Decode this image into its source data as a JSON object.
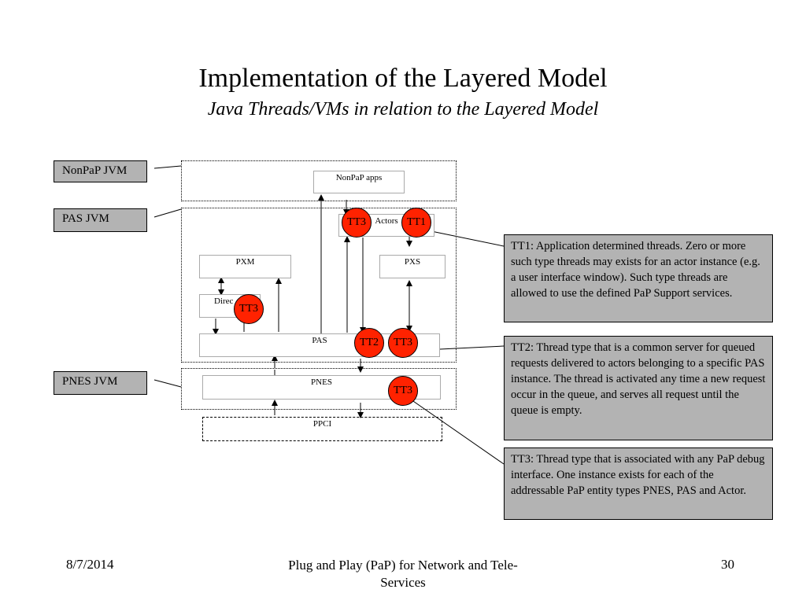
{
  "slide": {
    "title": "Implementation of the Layered Model",
    "subtitle": "Java Threads/VMs in relation to the Layered Model"
  },
  "jvm_labels": {
    "nonpap": "NonPaP JVM",
    "pas": "PAS JVM",
    "pnes": "PNES JVM"
  },
  "diagram": {
    "nonpap_apps": "NonPaP apps",
    "actors": "Actors",
    "pxm": "PXM",
    "pxs": "PXS",
    "direct": "Direc",
    "pas": "PAS",
    "pnes": "PNES",
    "ppci": "PPCI"
  },
  "threads": {
    "tt1": "TT1",
    "tt2": "TT2",
    "tt3": "TT3"
  },
  "descriptions": {
    "tt1": "TT1: Application determined threads. Zero or more such type threads may exists for an actor instance (e.g. a user interface window). Such type threads are allowed to use the defined PaP Support services.",
    "tt2": "TT2: Thread type that is a common server for queued requests delivered to actors belonging to a specific PAS instance. The thread is activated any time a new request occur in the queue, and serves all request until the queue is empty.",
    "tt3": "TT3: Thread type that is associated with any PaP debug interface. One instance exists for each of the addressable PaP entity types PNES, PAS and Actor."
  },
  "footer": {
    "date": "8/7/2014",
    "center": "Plug and Play (PaP) for Network and Tele-Services",
    "page": "30"
  },
  "colors": {
    "thread_circle": "#ff2200",
    "label_box": "#b3b3b3"
  }
}
